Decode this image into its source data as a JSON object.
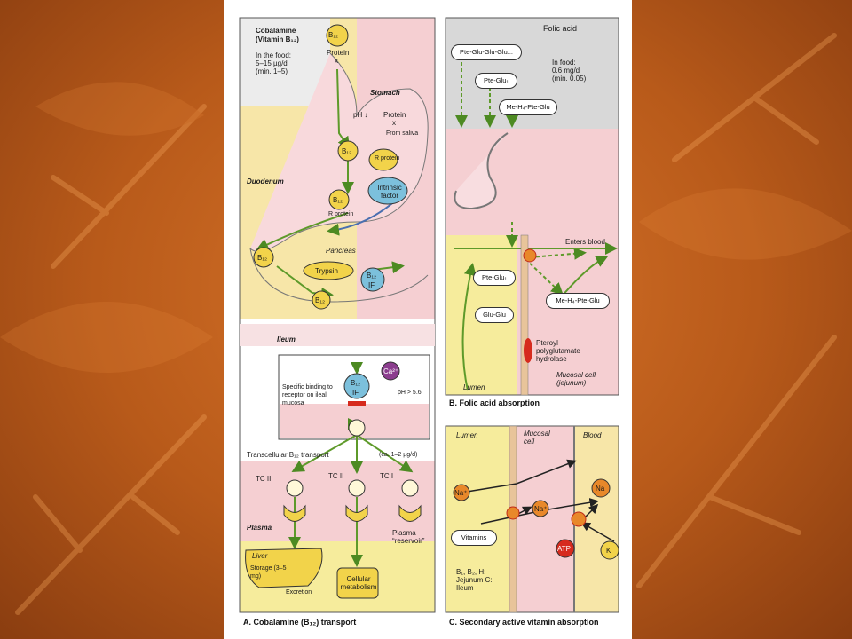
{
  "colors": {
    "background": "#c2641f",
    "panel": "#ffffff",
    "pink": "#f5cfd2",
    "yellow": "#f6ec9c",
    "gray": "#d8d8d8",
    "arrow_green": "#5e9a2a",
    "b12_yellow": "#f2d34a",
    "blue": "#7cc0dc"
  },
  "panelA": {
    "caption": "A. Cobalamine (B₁₂) transport",
    "title1": "Cobalamine",
    "title2": "(Vitamin B₁₂)",
    "in_food": "In the food:",
    "dose": "5–15 µg/d",
    "min": "(min. 1–5)",
    "stomach": "Stomach",
    "ph": "pH ↓",
    "protein": "Protein",
    "x": "x",
    "from_saliva": "From saliva",
    "r_protein": "R protein",
    "duodenum": "Duodenum",
    "intrinsic_factor": "Intrinsic factor",
    "pancreas": "Pancreas",
    "trypsin": "Trypsin",
    "b12": "B₁₂",
    "if": "IF",
    "ileum": "Ileum",
    "ca": "Ca²⁺",
    "ph56": "pH > 5.6",
    "specific_binding": "Specific binding to receptor on ileal mucosa",
    "transcellular": "Transcellular B₁₂ transport",
    "rate": "(ca. 1–2 µg/d)",
    "tc3": "TC III",
    "tc2": "TC II",
    "tc1": "TC I",
    "plasma": "Plasma",
    "plasma_reservoir": "Plasma “reservoir”",
    "liver": "Liver",
    "storage": "Storage (3–5 mg)",
    "excretion": "Excretion",
    "cellular": "Cellular metabolism"
  },
  "panelB": {
    "caption": "B. Folic acid absorption",
    "folic_acid": "Folic acid",
    "pte_glu_glu_glu": "Pte-Glu-Glu-Glu...",
    "pte_glu1": "Pte-Glu₁",
    "me_h4": "Me-H₄-Pte-Glu",
    "in_food": "In food:",
    "dose": "0.6 mg/d",
    "min": "(min. 0.05)",
    "enters_blood": "Enters blood",
    "glu_glu": "Glu-Glu",
    "hydrolase": "Pteroyl polyglutamate hydrolase",
    "lumen": "Lumen",
    "mucosal_cell": "Mucosal cell (jejunum)"
  },
  "panelC": {
    "caption": "C. Secondary active vitamin absorption",
    "lumen": "Lumen",
    "mucosal_cell": "Mucosal cell",
    "blood": "Blood",
    "na": "Na",
    "na_plus": "Na⁺",
    "vitamins": "Vitamins",
    "atp": "ATP",
    "k": "K",
    "note": "B₁, B₂, H: Jejunum C: Ileum"
  }
}
